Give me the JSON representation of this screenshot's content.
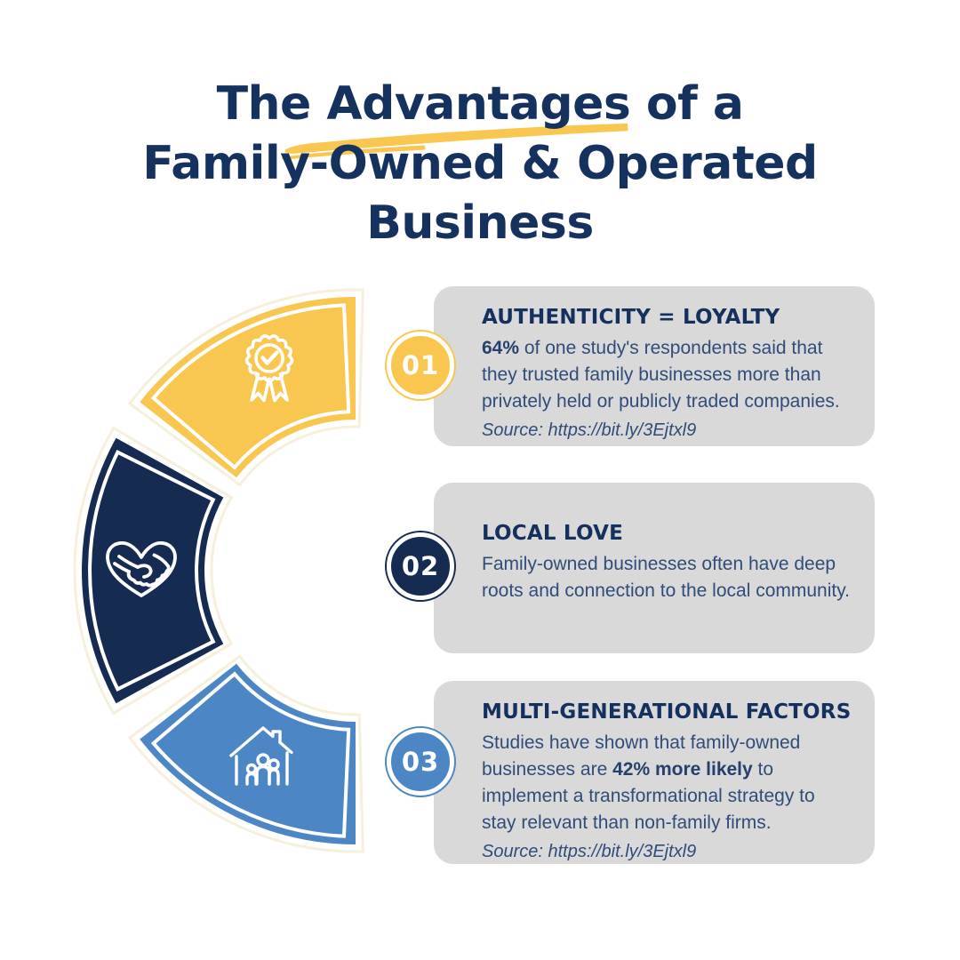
{
  "title": {
    "line1": "The Advantages of a",
    "line2": "Family-Owned & Operated",
    "line3": "Business",
    "highlighted_word": "Advantages",
    "color": "#15315E",
    "highlight_color": "#F9C64F"
  },
  "wheel": {
    "segments": [
      {
        "label": "authenticity-loyalty",
        "color": "#F9C64F",
        "icon": "award-ribbon-icon"
      },
      {
        "label": "local-love",
        "color": "#152B52",
        "icon": "handshake-heart-icon"
      },
      {
        "label": "multi-generational-factors",
        "color": "#4C86C5",
        "icon": "family-home-icon"
      }
    ],
    "outline_color": "#ffffff",
    "halo_color": "#F6EFDC"
  },
  "cards": [
    {
      "number": "01",
      "badge_color": "#F9C64F",
      "heading": "AUTHENTICITY = LOYALTY",
      "body_segments": [
        {
          "text": "64%",
          "bold": true
        },
        {
          "text": " of one study's respondents said that they trusted family businesses more than privately held or publicly traded companies.",
          "bold": false
        }
      ],
      "source": "Source: https://bit.ly/3Ejtxl9",
      "background": "#D9D9D9"
    },
    {
      "number": "02",
      "badge_color": "#152B52",
      "heading": "LOCAL LOVE",
      "body_segments": [
        {
          "text": "Family-owned businesses often have deep roots and connection to the local community.",
          "bold": false
        }
      ],
      "source": "",
      "background": "#D9D9D9"
    },
    {
      "number": "03",
      "badge_color": "#4C86C5",
      "heading": "MULTI-GENERATIONAL FACTORS",
      "body_segments": [
        {
          "text": "Studies have shown that family-owned businesses are ",
          "bold": false
        },
        {
          "text": "42% more likely",
          "bold": true
        },
        {
          "text": " to implement a transformational strategy to stay relevant than non-family firms.",
          "bold": false
        }
      ],
      "source": "Source: https://bit.ly/3Ejtxl9",
      "background": "#D9D9D9"
    }
  ]
}
